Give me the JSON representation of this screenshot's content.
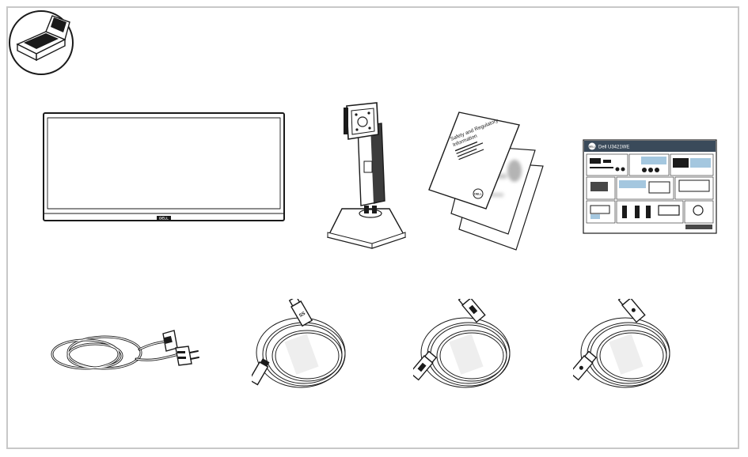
{
  "brand": {
    "logo_text": "DELL"
  },
  "items": {
    "box_badge": {
      "icon": "box-open-icon"
    },
    "monitor": {
      "icon": "monitor-icon",
      "logo_text": "DELL"
    },
    "stand": {
      "icon": "stand-icon"
    },
    "safety_document": {
      "icon": "document-stack-icon",
      "title_line1": "Safety and Regulatory",
      "title_line2": "Information"
    },
    "quick_setup_guide": {
      "icon": "quick-setup-guide-icon",
      "title": "Dell U3421WE"
    },
    "power_cable": {
      "icon": "power-cable-icon"
    },
    "usb_cable": {
      "icon": "usb-cable-icon",
      "label": "SS"
    },
    "hdmi_cable": {
      "icon": "hdmi-cable-icon"
    },
    "displayport_cable": {
      "icon": "displayport-cable-icon"
    }
  },
  "colors": {
    "frame_border": "#c8c8c8",
    "line": "#1a1a1a",
    "guide_header": "#3a4a5a",
    "guide_accent": "#4a8fc0"
  }
}
